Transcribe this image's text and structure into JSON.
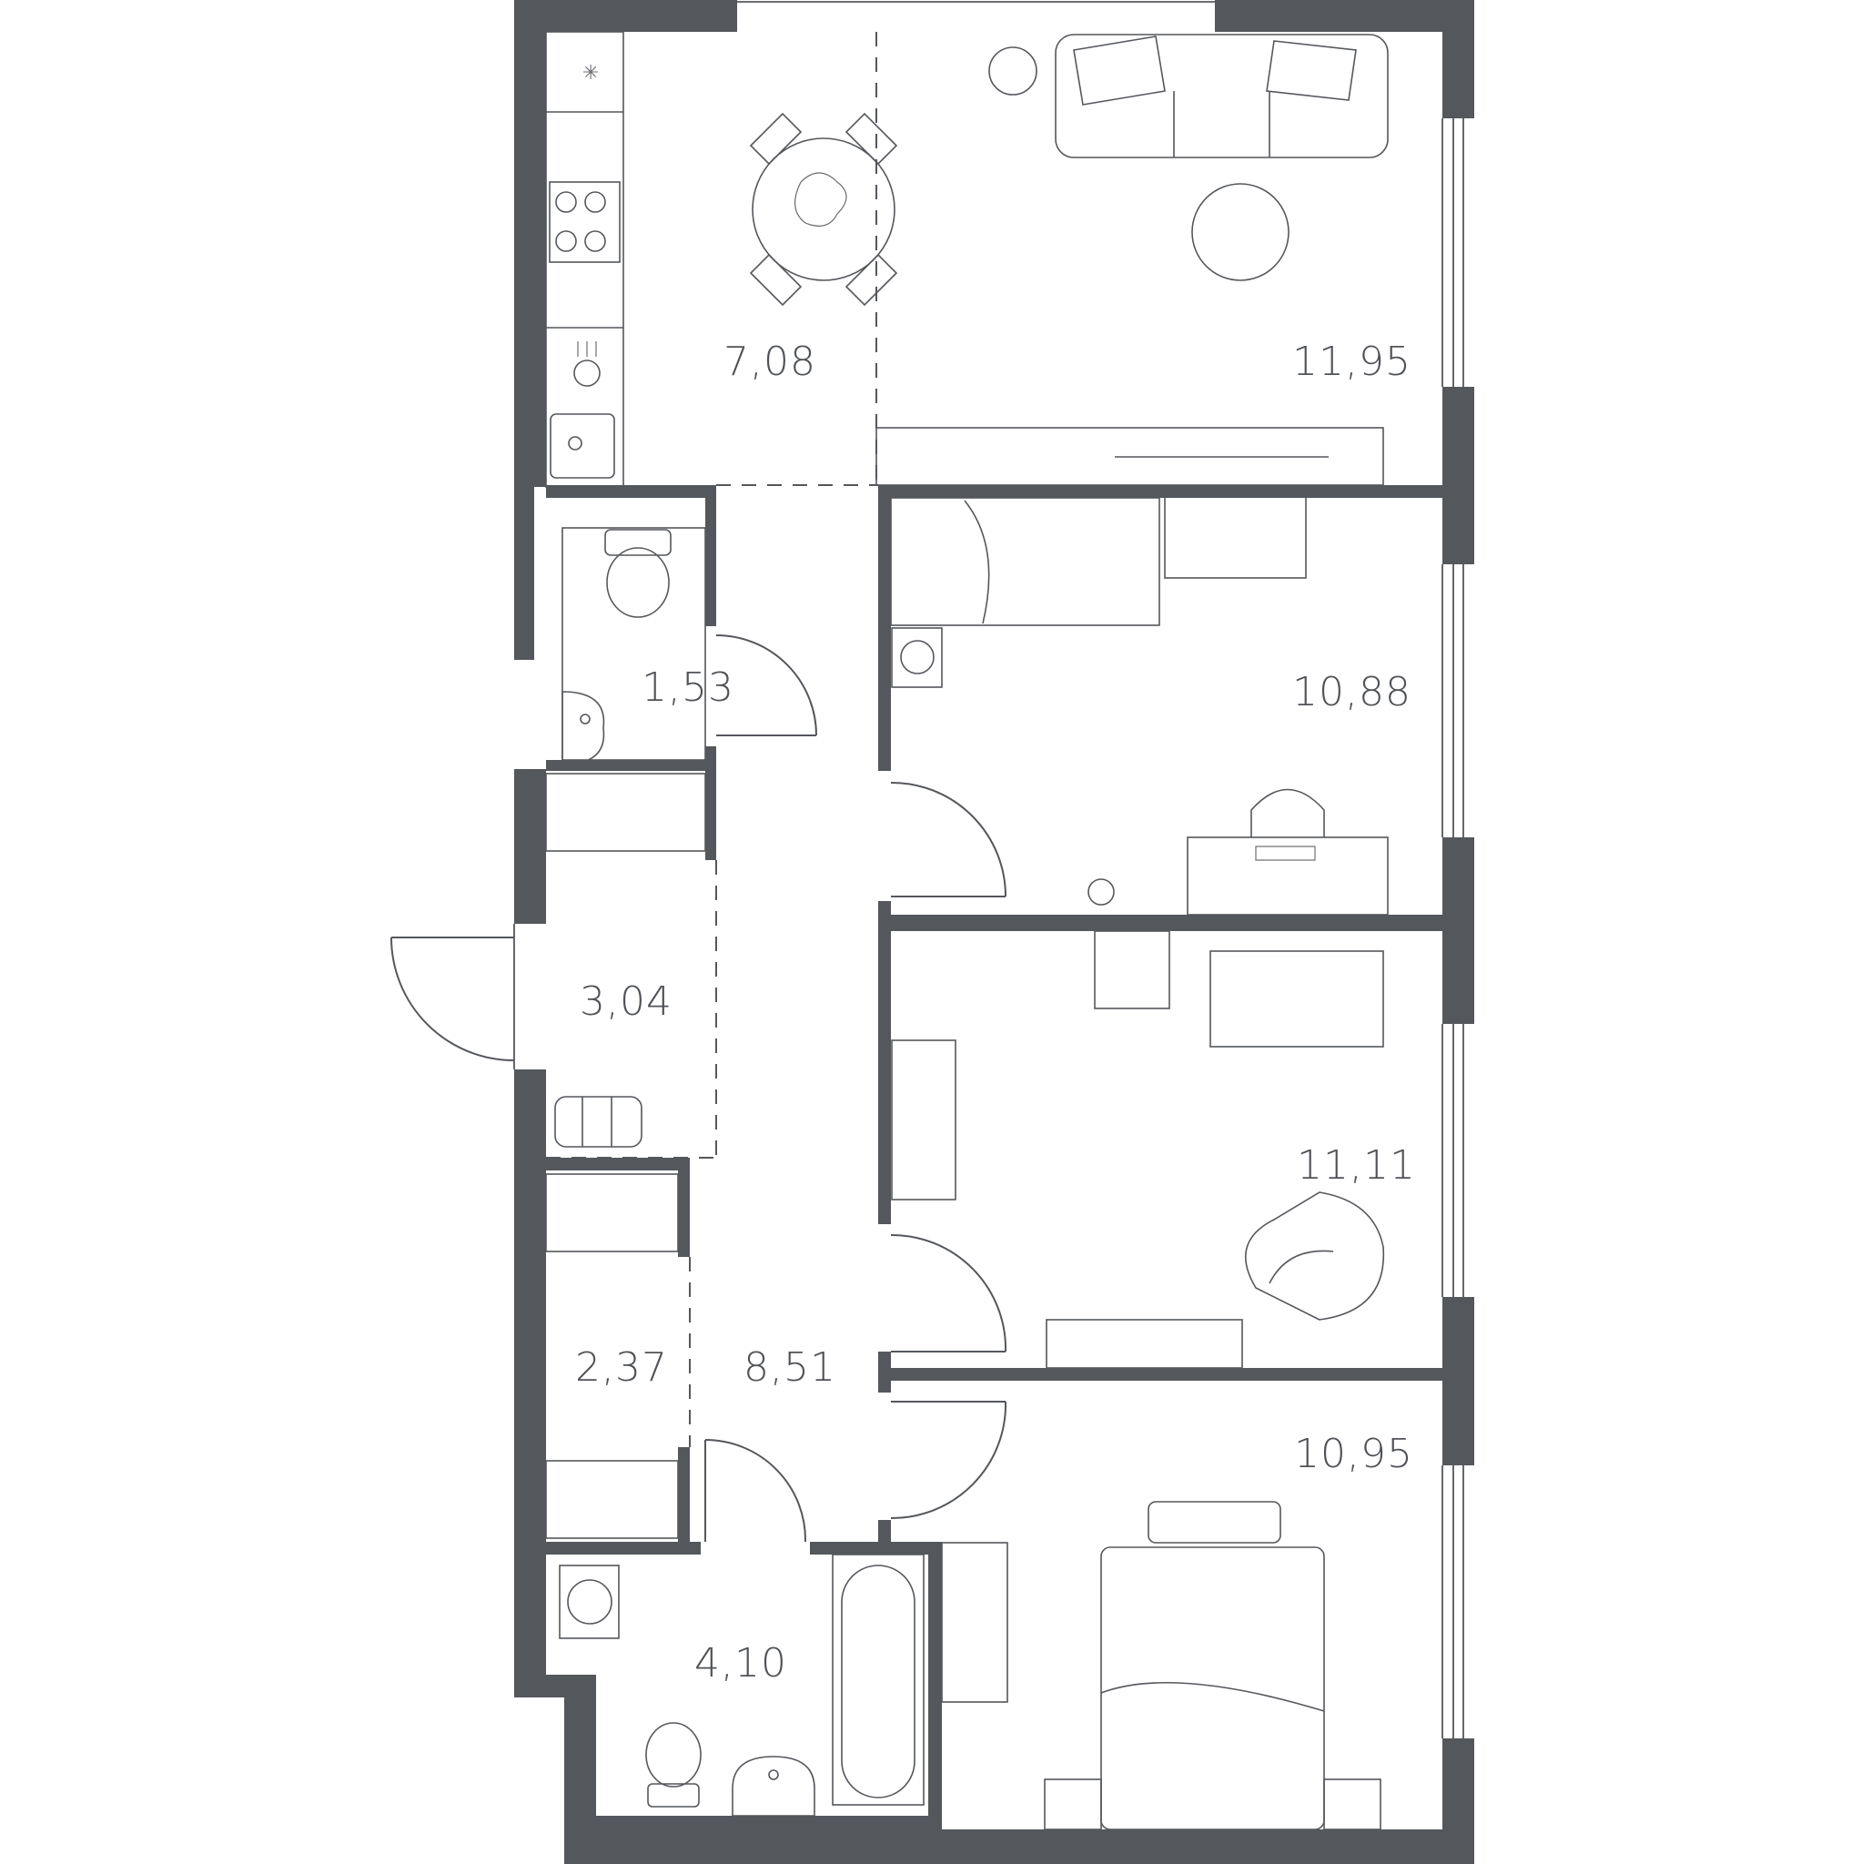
{
  "rooms": [
    {
      "id": "kitchen",
      "area": "7,08"
    },
    {
      "id": "living",
      "area": "11,95"
    },
    {
      "id": "wc",
      "area": "1,53"
    },
    {
      "id": "bedroom-1",
      "area": "10,88"
    },
    {
      "id": "entrance",
      "area": "3,04"
    },
    {
      "id": "bedroom-2",
      "area": "11,11"
    },
    {
      "id": "wardrobe",
      "area": "2,37"
    },
    {
      "id": "hall",
      "area": "8,51"
    },
    {
      "id": "bedroom-3",
      "area": "10,95"
    },
    {
      "id": "bathroom",
      "area": "4,10"
    }
  ],
  "colors": {
    "wall": "#54575c",
    "background": "#ffffff"
  }
}
